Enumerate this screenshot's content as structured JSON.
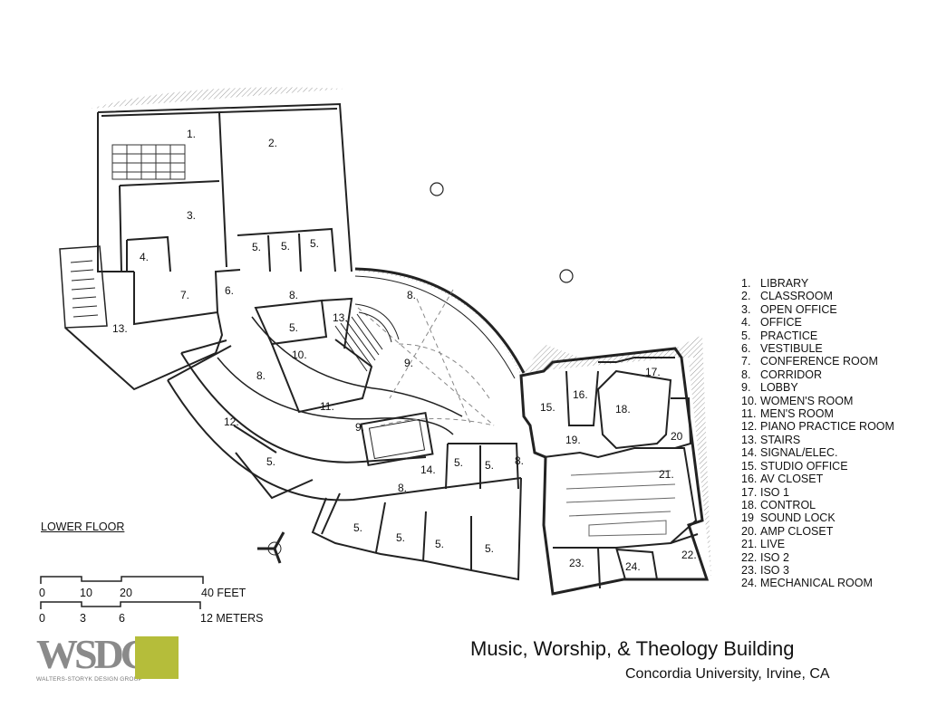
{
  "title": "Music, Worship, & Theology Building",
  "subtitle": "Concordia University, Irvine, CA",
  "floor_label": "LOWER FLOOR",
  "scale": {
    "feet": [
      "0",
      "10",
      "20",
      "40 FEET"
    ],
    "meters": [
      "0",
      "3",
      "6",
      "12 METERS"
    ]
  },
  "logo": {
    "text": "WSDG",
    "subtext": "WALTERS-STORYK DESIGN GROUP",
    "accent": "#b5bd3a"
  },
  "legend": [
    {
      "n": "1.",
      "label": "LIBRARY"
    },
    {
      "n": "2.",
      "label": "CLASSROOM"
    },
    {
      "n": "3.",
      "label": "OPEN OFFICE"
    },
    {
      "n": "4.",
      "label": "OFFICE"
    },
    {
      "n": "5.",
      "label": "PRACTICE"
    },
    {
      "n": "6.",
      "label": "VESTIBULE"
    },
    {
      "n": "7.",
      "label": "CONFERENCE ROOM"
    },
    {
      "n": "8.",
      "label": "CORRIDOR"
    },
    {
      "n": "9.",
      "label": "LOBBY"
    },
    {
      "n": "10.",
      "label": "WOMEN'S ROOM"
    },
    {
      "n": "11.",
      "label": "MEN'S ROOM"
    },
    {
      "n": "12.",
      "label": "PIANO PRACTICE ROOM"
    },
    {
      "n": "13.",
      "label": "STAIRS"
    },
    {
      "n": "14.",
      "label": "SIGNAL/ELEC."
    },
    {
      "n": "15.",
      "label": "STUDIO OFFICE"
    },
    {
      "n": "16.",
      "label": "AV CLOSET"
    },
    {
      "n": "17.",
      "label": "ISO 1"
    },
    {
      "n": "18.",
      "label": "CONTROL"
    },
    {
      "n": "19",
      "label": "SOUND LOCK"
    },
    {
      "n": "20.",
      "label": "AMP CLOSET"
    },
    {
      "n": "21.",
      "label": "LIVE"
    },
    {
      "n": "22.",
      "label": "ISO 2"
    },
    {
      "n": "23.",
      "label": "ISO 3"
    },
    {
      "n": "24.",
      "label": "MECHANICAL ROOM"
    }
  ],
  "rooms": {
    "r1": "1.",
    "r2": "2.",
    "r3": "3.",
    "r4": "4.",
    "r5": "5.",
    "r6": "6.",
    "r7": "7.",
    "r8": "8.",
    "r9": "9.",
    "r10": "10.",
    "r11": "11.",
    "r12": "12.",
    "r13": "13.",
    "r14": "14.",
    "r15": "15.",
    "r16": "16.",
    "r17": "17.",
    "r18": "18.",
    "r19": "19.",
    "r20": "20",
    "r21": "21.",
    "r22": "22.",
    "r23": "23.",
    "r24": "24."
  }
}
